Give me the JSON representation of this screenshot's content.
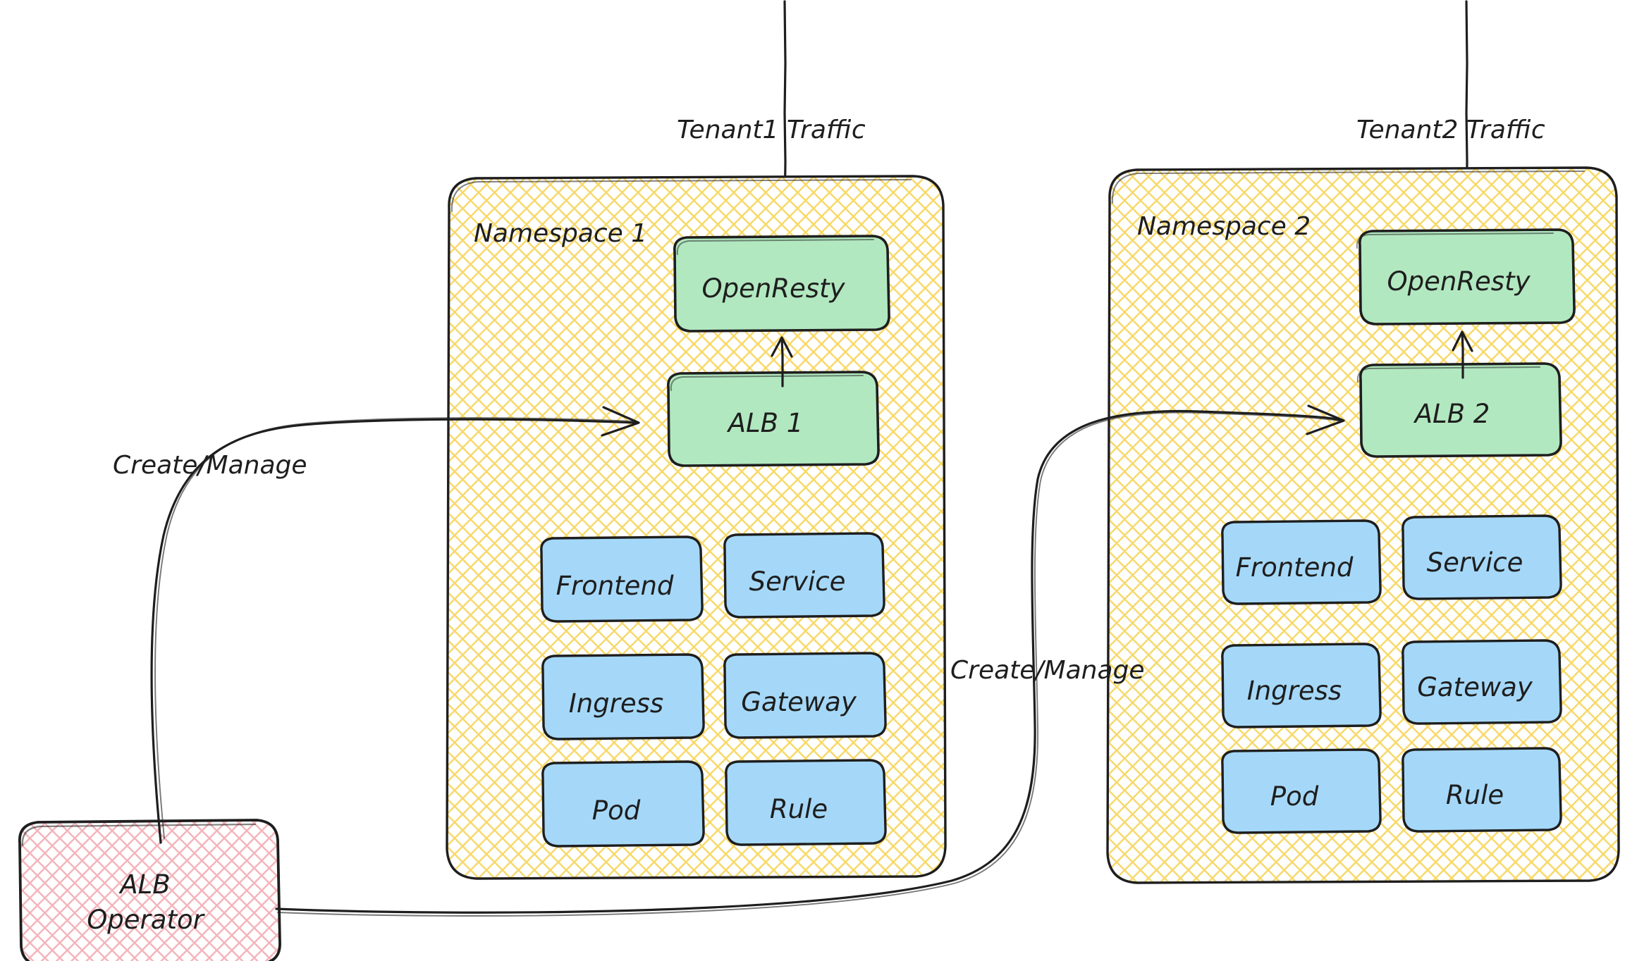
{
  "diagram": {
    "title": "ALB Operator multi-tenant namespace architecture",
    "background": "#ffffff",
    "stroke_color": "#1e1e1e"
  },
  "colors": {
    "namespace_fill": "#fbe98a",
    "namespace_fill_light": "#fdf3c0",
    "green_fill": "#b2e8c0",
    "blue_fill": "#a5d8f8",
    "pink_fill": "#f7c9cd",
    "stroke": "#1e1e1e"
  },
  "traffic_sources": [
    {
      "label": "Tenant1 Traffic",
      "target": "OpenResty"
    },
    {
      "label": "Tenant2 Traffic",
      "target": "OpenResty"
    }
  ],
  "namespaces": [
    {
      "title": "Namespace 1",
      "gateway": {
        "label": "OpenResty"
      },
      "alb": {
        "label": "ALB 1"
      },
      "resources": [
        {
          "label": "Frontend"
        },
        {
          "label": "Service"
        },
        {
          "label": "Ingress"
        },
        {
          "label": "Gateway"
        },
        {
          "label": "Pod"
        },
        {
          "label": "Rule"
        }
      ]
    },
    {
      "title": "Namespace 2",
      "gateway": {
        "label": "OpenResty"
      },
      "alb": {
        "label": "ALB 2"
      },
      "resources": [
        {
          "label": "Frontend"
        },
        {
          "label": "Service"
        },
        {
          "label": "Ingress"
        },
        {
          "label": "Gateway"
        },
        {
          "label": "Pod"
        },
        {
          "label": "Rule"
        }
      ]
    }
  ],
  "operator": {
    "label_line1": "ALB",
    "label_line2": "Operator"
  },
  "edges": [
    {
      "label": "Create/Manage",
      "from": "ALB Operator",
      "to": "ALB 1"
    },
    {
      "label": "Create/Manage",
      "from": "ALB Operator",
      "to": "ALB 2"
    }
  ]
}
